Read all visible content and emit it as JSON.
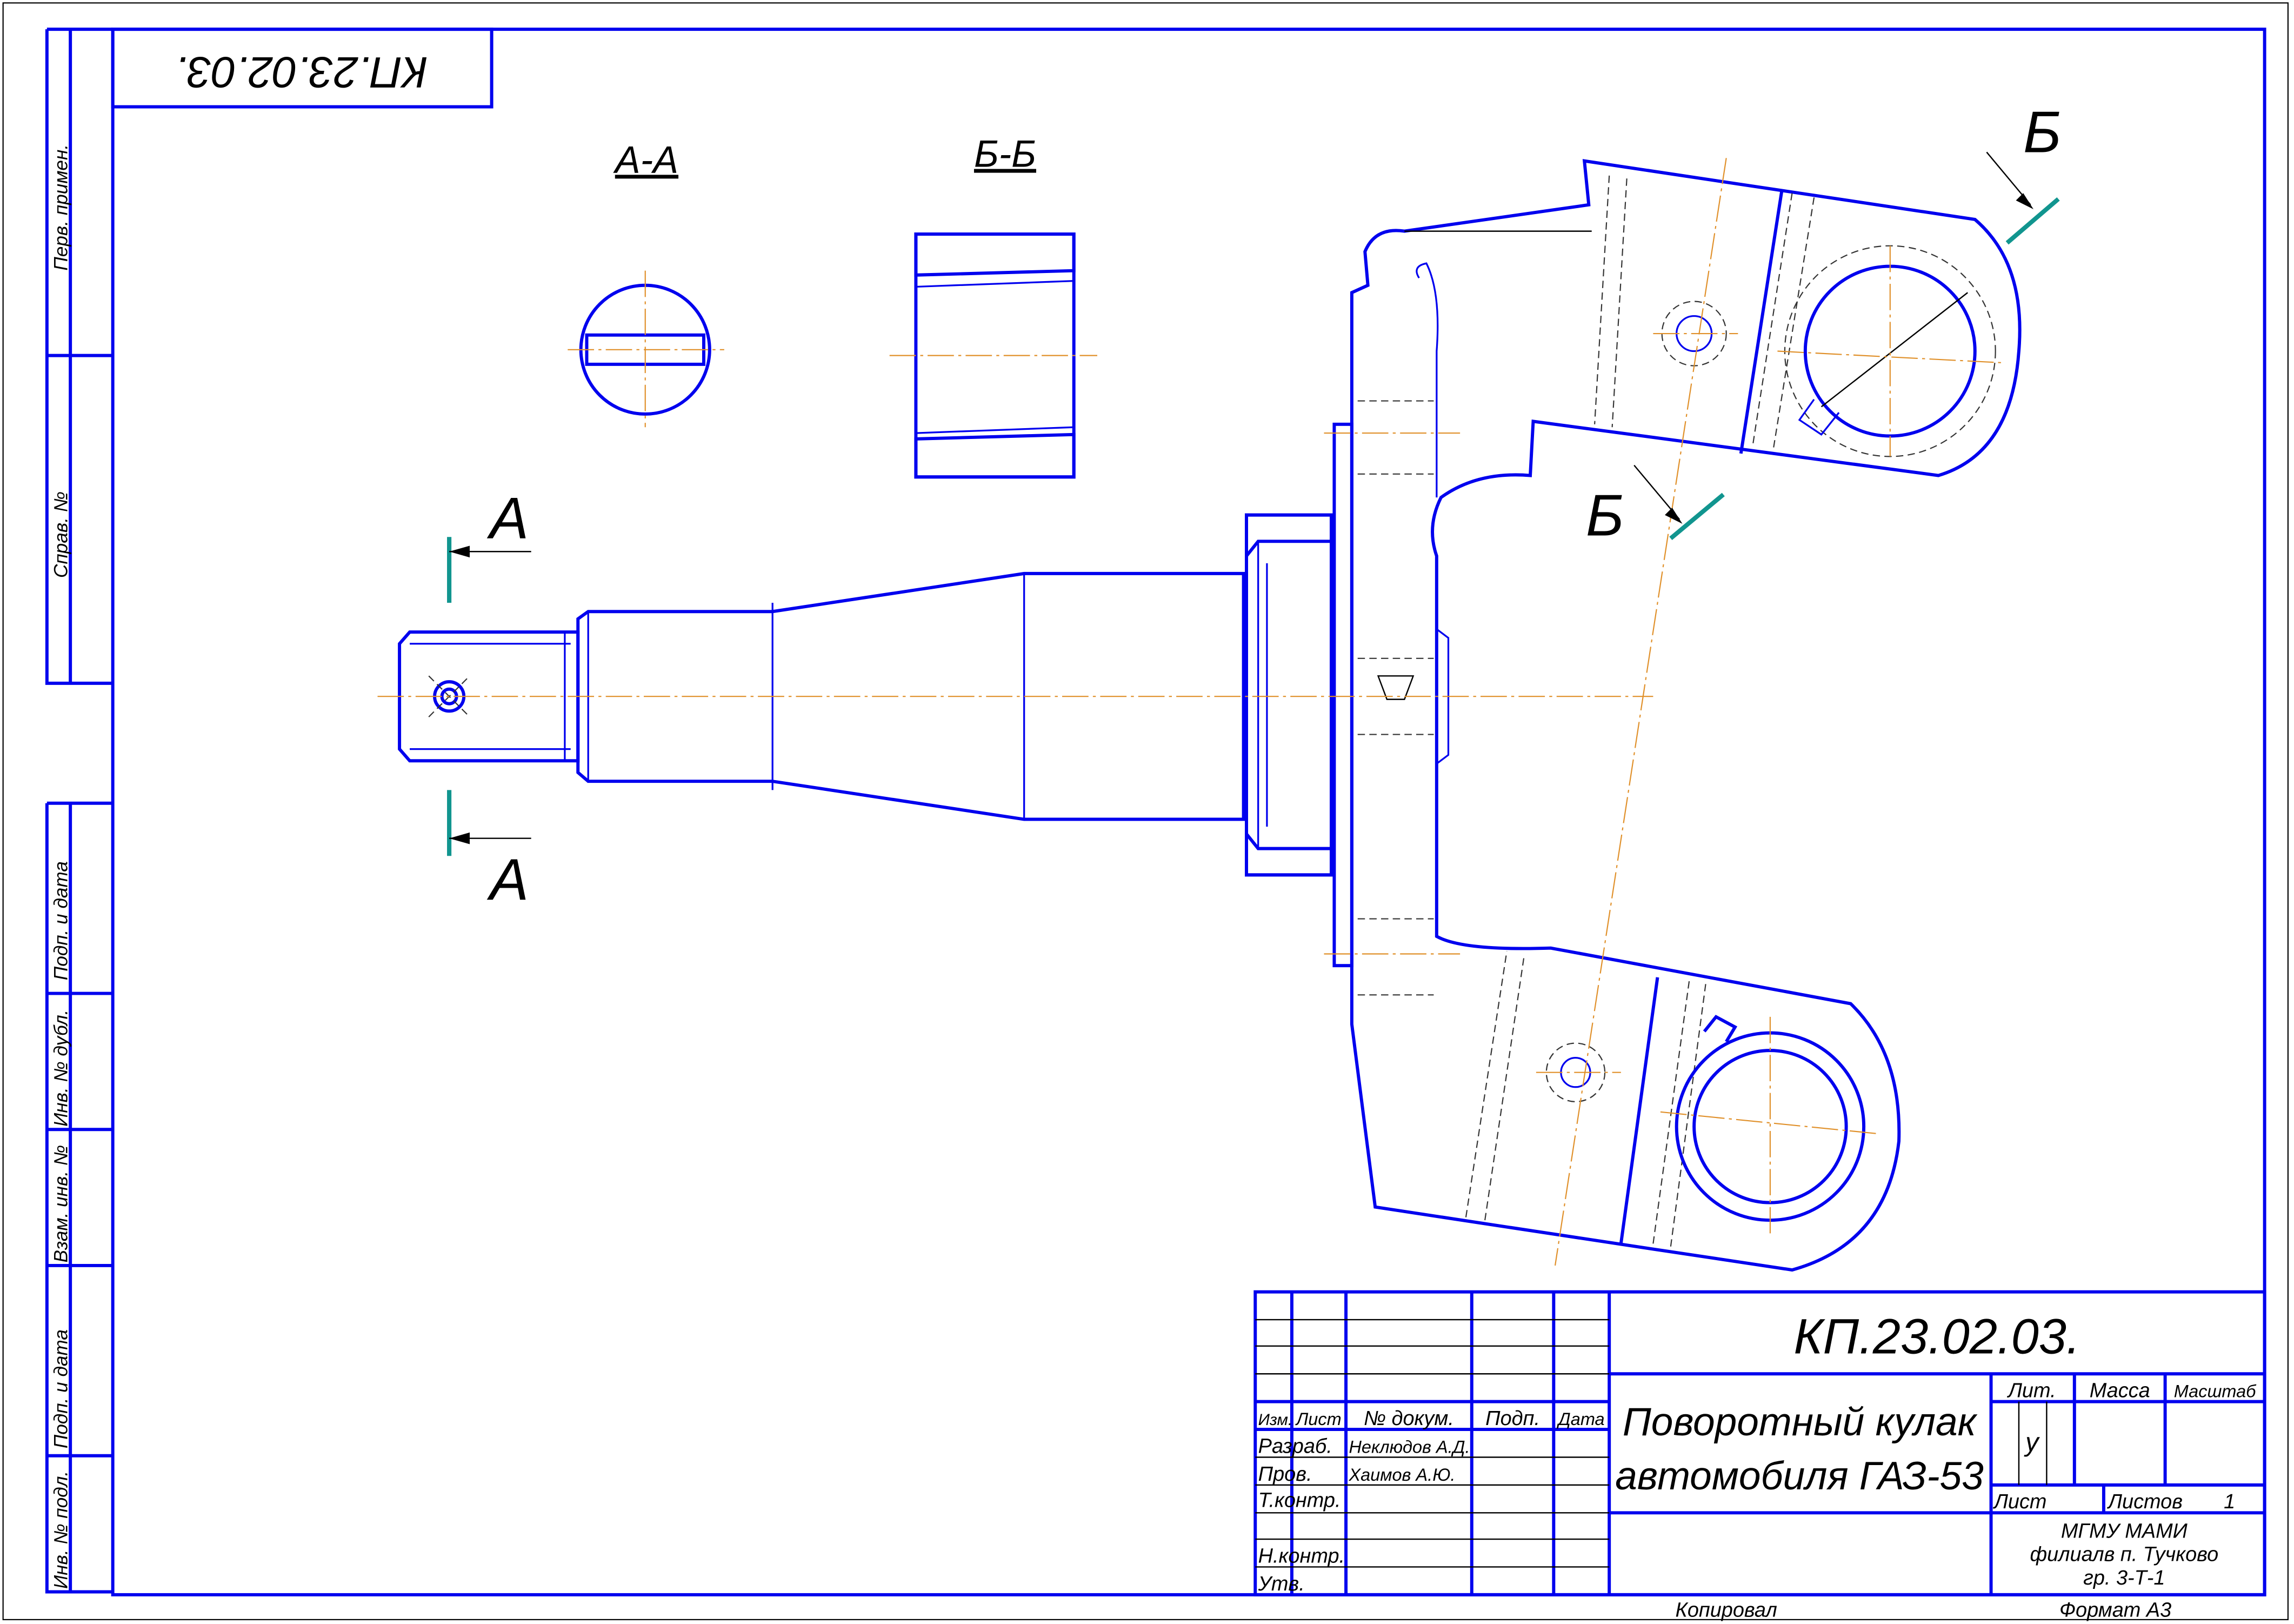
{
  "drawing": {
    "code": "КП.23.02.03.",
    "code_upside_down": "КП.23.02.03.",
    "title_line1": "Поворотный кулак",
    "title_line2": "автомобиля ГАЗ-53",
    "section_aa": "А-А",
    "section_bb": "Б-Б",
    "cut_label_a": "А",
    "cut_label_b": "Б"
  },
  "side_strip": [
    "Перв. примен.",
    "Справ. №",
    "Подп. и дата",
    "Инв. № дубл.",
    "Взам. инв. №",
    "Подп. и дата",
    "Инв. № подл."
  ],
  "title_block": {
    "headers": [
      "Изм.",
      "Лист",
      "№ докум.",
      "Подп.",
      "Дата"
    ],
    "rows": [
      {
        "role": "Разраб.",
        "name": "Неклюдов А.Д."
      },
      {
        "role": "Пров.",
        "name": "Хаимов А.Ю."
      },
      {
        "role": "Т.контр.",
        "name": ""
      },
      {
        "role": "Н.контр.",
        "name": ""
      },
      {
        "role": "Утв.",
        "name": ""
      }
    ],
    "lit_label": "Лит.",
    "mass_label": "Масса",
    "scale_label": "Масштаб",
    "lit_value": "у",
    "sheet_label": "Лист",
    "sheets_label": "Листов",
    "sheets_value": "1",
    "org_line1": "МГМУ МАМИ",
    "org_line2": "филиалв п. Тучково",
    "org_line3": "гр. 3-Т-1",
    "copied": "Копировал",
    "format": "Формат  А3"
  },
  "colors": {
    "frame": "#0000ee",
    "cut_plane": "#11958f",
    "center_line": "#e0902a"
  }
}
